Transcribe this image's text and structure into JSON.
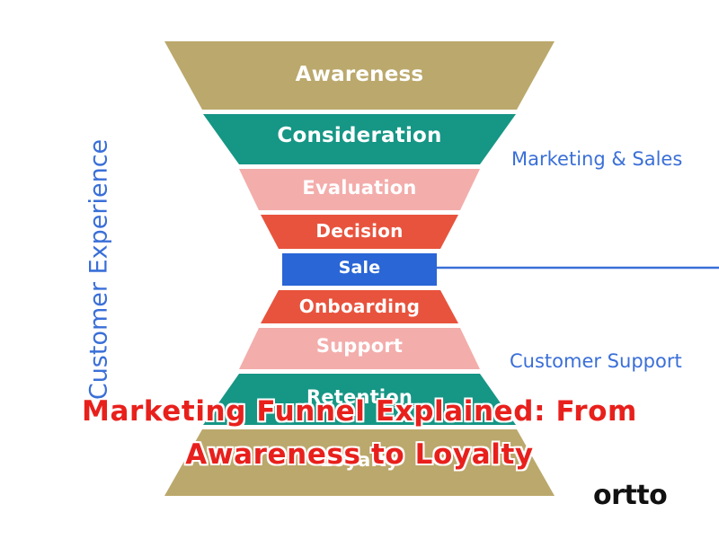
{
  "funnel": {
    "stages": [
      {
        "label": "Awareness",
        "color": "#bba86c"
      },
      {
        "label": "Consideration",
        "color": "#169685"
      },
      {
        "label": "Evaluation",
        "color": "#f3adab"
      },
      {
        "label": "Decision",
        "color": "#e8533d"
      },
      {
        "label": "Sale",
        "color": "#2a66d6"
      },
      {
        "label": "Onboarding",
        "color": "#e8533d"
      },
      {
        "label": "Support",
        "color": "#f3adab"
      },
      {
        "label": "Retention",
        "color": "#169685"
      },
      {
        "label": "Loyalty",
        "color": "#bba86c"
      }
    ]
  },
  "side_labels": {
    "marketing": "Marketing & Sales",
    "support": "Customer Support",
    "vertical": "Customer Experience"
  },
  "connector_color": "#3a6fd8",
  "overlay_title": {
    "line1": "Marketing Funnel Explained: From",
    "line2": "Awareness to Loyalty"
  },
  "brand": {
    "logo_text": "ortto"
  }
}
